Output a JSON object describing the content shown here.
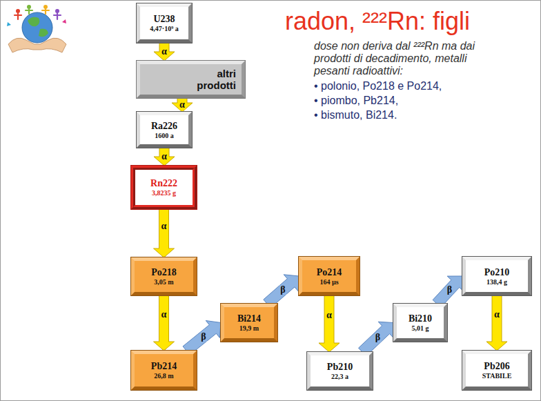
{
  "diagram": {
    "title": "radon, ²²²Rn: figli",
    "nodes": [
      {
        "text": [
          "U238",
          "4,47·10⁹ a"
        ]
      },
      {
        "text": [
          "altri prodotti"
        ]
      },
      {
        "text": [
          "Ra226",
          "1600 a"
        ]
      },
      {
        "text": [
          "Rn222",
          "3,8235 g"
        ]
      },
      {
        "text": [
          "Po218",
          "3,05 m"
        ]
      },
      {
        "text": [
          "Pb214",
          "26,8 m"
        ]
      },
      {
        "text": [
          "Bi214",
          "19,9 m"
        ]
      },
      {
        "text": [
          "Po214",
          "164 µs"
        ]
      },
      {
        "text": [
          "Pb210",
          "22,3 a"
        ]
      },
      {
        "text": [
          "Bi210",
          "5,01 g"
        ]
      },
      {
        "text": [
          "Po210",
          "138,4 g"
        ]
      },
      {
        "text": [
          "Pb206",
          "STABILE"
        ]
      }
    ],
    "edges": [
      {
        "from": 0,
        "to": 1,
        "label": "α",
        "arrow": "to"
      },
      {
        "from": 1,
        "to": 2,
        "label": "α",
        "arrow": "to"
      },
      {
        "from": 2,
        "to": 3,
        "label": "α",
        "arrow": "to"
      },
      {
        "from": 3,
        "to": 4,
        "label": "α",
        "arrow": "to"
      },
      {
        "from": 4,
        "to": 5,
        "label": "α",
        "arrow": "to"
      },
      {
        "from": 5,
        "to": 6,
        "label": "β",
        "arrow": "to"
      },
      {
        "from": 6,
        "to": 7,
        "label": "β",
        "arrow": "to"
      },
      {
        "from": 7,
        "to": 8,
        "label": "α",
        "arrow": "to"
      },
      {
        "from": 8,
        "to": 9,
        "label": "β",
        "arrow": "to"
      },
      {
        "from": 9,
        "to": 10,
        "label": "β",
        "arrow": "to"
      },
      {
        "from": 10,
        "to": 11,
        "label": "α",
        "arrow": "to"
      }
    ],
    "labels": [
      "dose non deriva dal ²²²Rn ma dai prodotti di decadimento, metalli pesanti radioattivi:",
      "• polonio, Po218 e Po214,",
      "• piombo, Pb214,",
      "• bismuto, Bi214."
    ]
  }
}
